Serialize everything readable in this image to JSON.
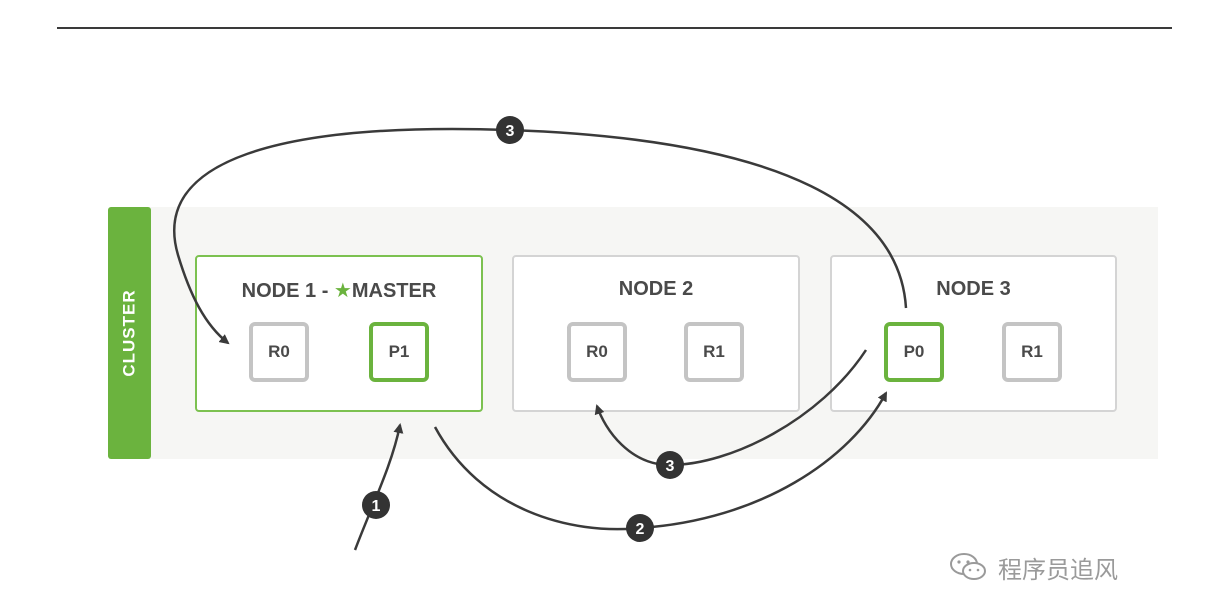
{
  "cluster": {
    "label": "CLUSTER"
  },
  "nodes": [
    {
      "title_prefix": "NODE 1 - ",
      "title_suffix": "MASTER",
      "master_icon": "star-icon",
      "shards": [
        {
          "label": "R0",
          "role": "replica"
        },
        {
          "label": "P1",
          "role": "primary"
        }
      ]
    },
    {
      "title": "NODE 2",
      "shards": [
        {
          "label": "R0",
          "role": "replica"
        },
        {
          "label": "R1",
          "role": "replica"
        }
      ]
    },
    {
      "title": "NODE 3",
      "shards": [
        {
          "label": "P0",
          "role": "primary"
        },
        {
          "label": "R1",
          "role": "replica"
        }
      ]
    }
  ],
  "steps": [
    "1",
    "2",
    "3",
    "3"
  ],
  "watermark": {
    "text": "程序员追风",
    "icon": "wechat-icon"
  },
  "colors": {
    "accent": "#6bb33e",
    "replica_border": "#c4c4c4",
    "node_border": "#d4d4d4",
    "arrow": "#3a3a3a",
    "badge": "#333333"
  }
}
